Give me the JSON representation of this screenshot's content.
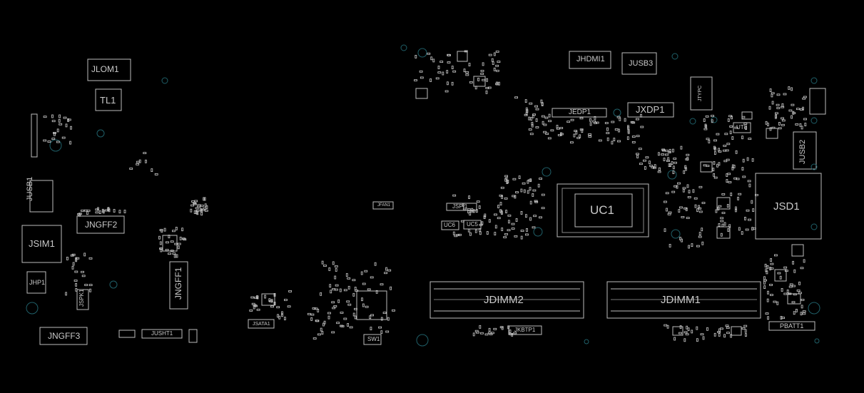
{
  "viewer": {
    "background": "#000000",
    "outline_color": "#c8c8c8",
    "via_color": "#1f5f68",
    "highlight_color": "#3a6fb0"
  },
  "labels": {
    "jlom1": "JLOM1",
    "tl1": "TL1",
    "jusb1": "JUSB1",
    "jsim1": "JSIM1",
    "jngff2": "JNGFF2",
    "jngff1": "JNGFF1",
    "jhp1": "JHP1",
    "jspk1": "JSPK1",
    "jngff3": "JNGFF3",
    "jusht1": "JUSHT1",
    "jsata1": "JSATA1",
    "jfan1": "JFAN1",
    "sw1": "SW1",
    "jhdmi1": "JHDMI1",
    "jusb3": "JUSB3",
    "jedp1": "JEDP1",
    "jxdp1": "JXDP1",
    "jtypc": "JTYPC",
    "ut8": "UT8",
    "jusb2": "JUSB2",
    "uc1": "UC1",
    "jsd1": "JSD1",
    "jspi1": "JSPI1",
    "uc6": "UC6",
    "uc5": "UC5",
    "jdimm2": "JDIMM2",
    "jdimm1": "JDIMM1",
    "jkbtp1": "JKBTP1",
    "pbatt1": "PBATT1"
  }
}
